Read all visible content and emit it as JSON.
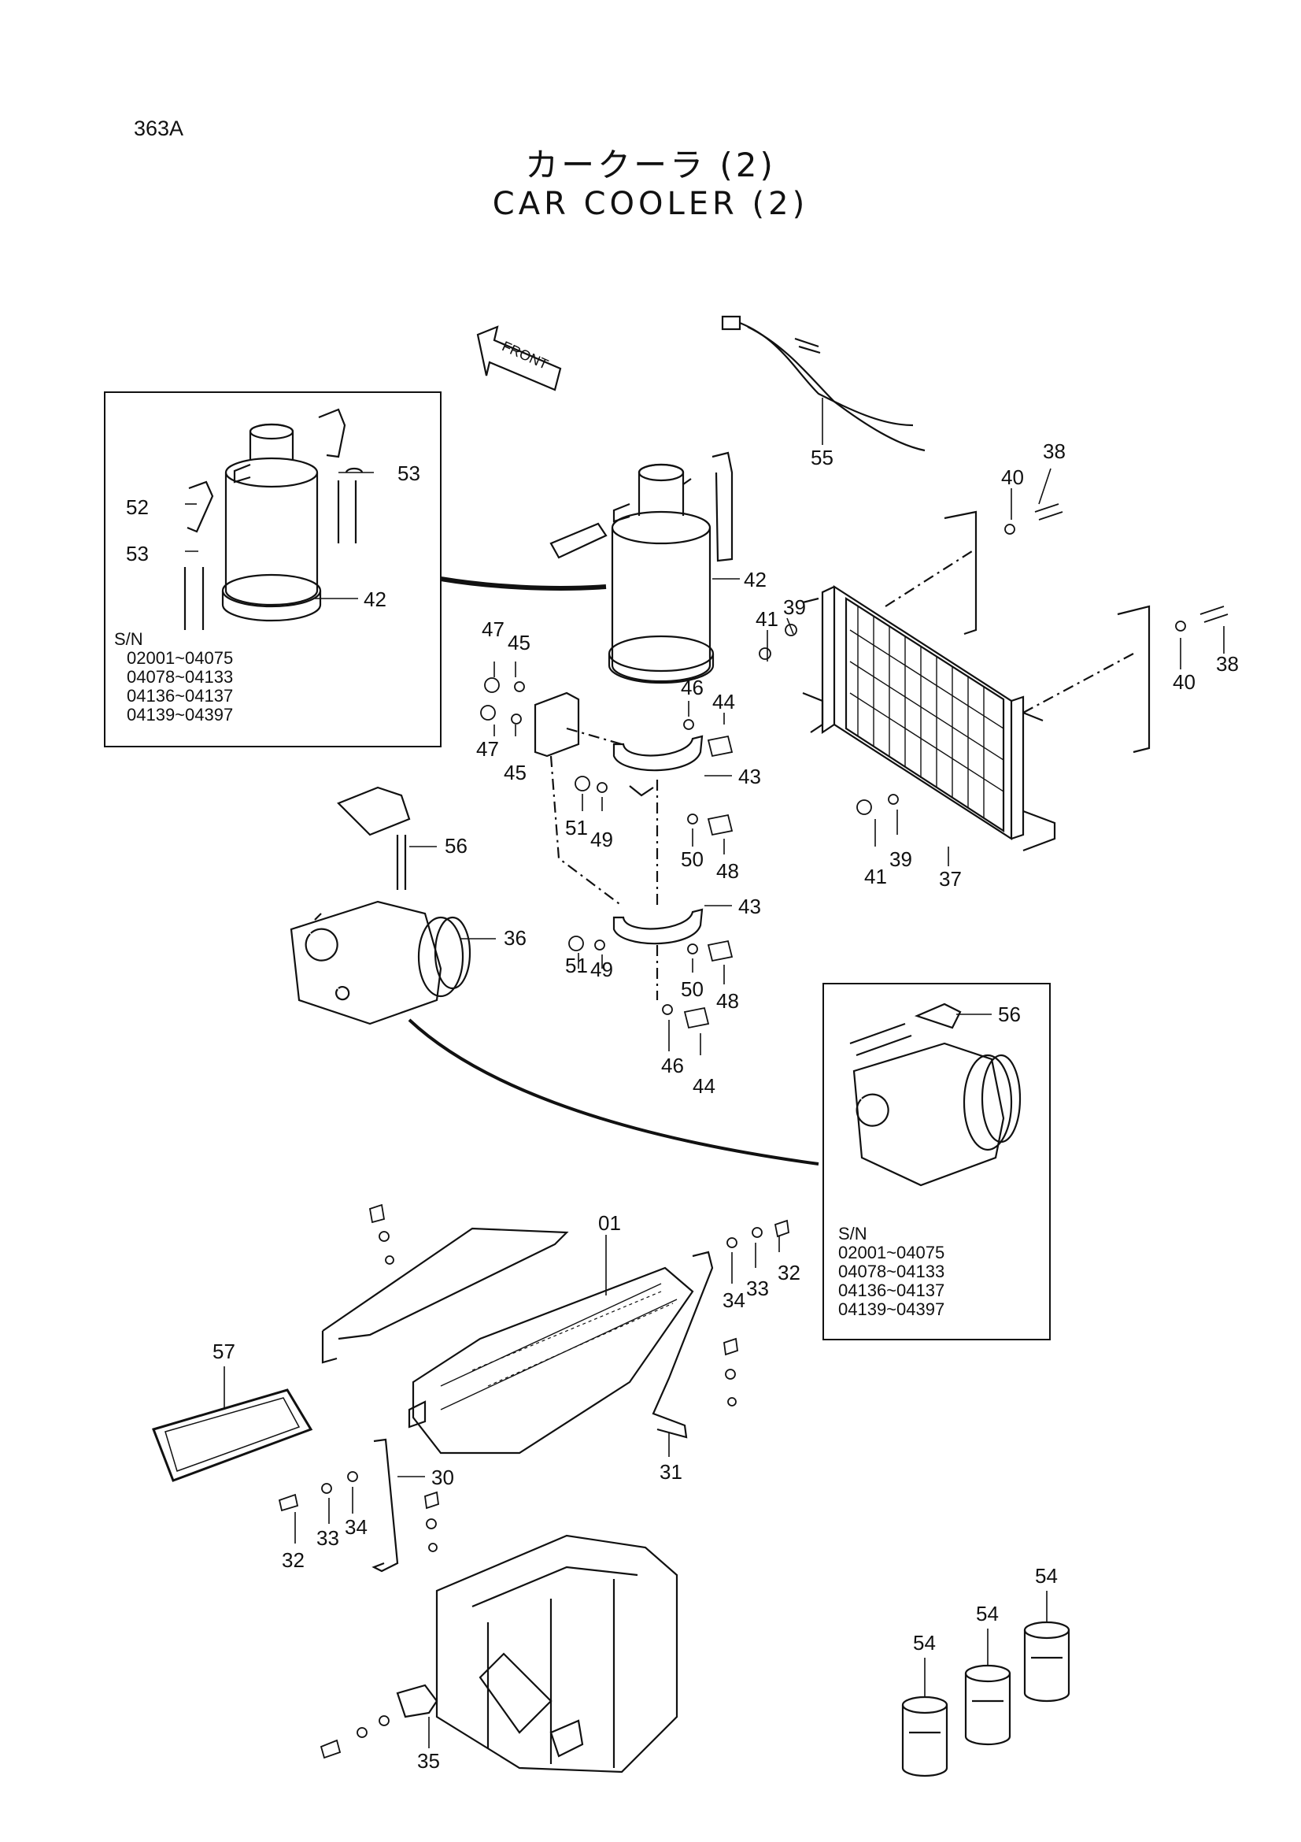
{
  "page_code": "363A",
  "title_jp": "カークーラ (2)",
  "title_en": "CAR COOLER (2)",
  "front_arrow_label": "FRONT",
  "serial_boxes": [
    {
      "heading": "S/N",
      "ranges": [
        "02001~04075",
        "04078~04133",
        "04136~04137",
        "04139~04397"
      ]
    },
    {
      "heading": "S/N",
      "ranges": [
        "02001~04075",
        "04078~04133",
        "04136~04137",
        "04139~04397"
      ]
    }
  ],
  "callouts": [
    "55",
    "38",
    "40",
    "42",
    "52",
    "53",
    "53",
    "42",
    "41",
    "39",
    "38",
    "40",
    "47",
    "45",
    "46",
    "44",
    "47",
    "45",
    "43",
    "51",
    "49",
    "50",
    "48",
    "41",
    "39",
    "37",
    "56",
    "36",
    "43",
    "51",
    "49",
    "50",
    "48",
    "46",
    "44",
    "56",
    "01",
    "32",
    "33",
    "34",
    "57",
    "31",
    "30",
    "32",
    "33",
    "34",
    "35",
    "54",
    "54",
    "54"
  ]
}
